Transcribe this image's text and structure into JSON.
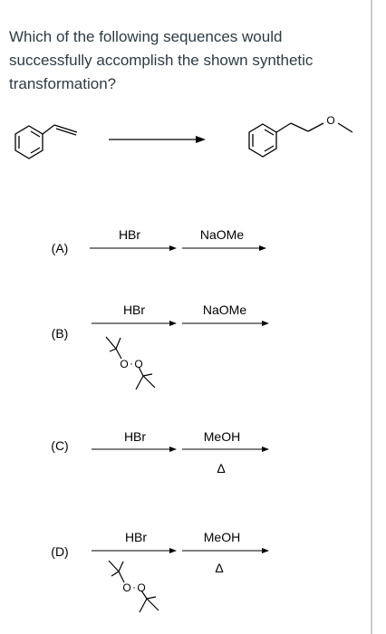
{
  "question": {
    "text": "Which of the following sequences would successfully accomplish the shown synthetic transformation?"
  },
  "options": [
    {
      "label": "(A)",
      "reagent1": "HBr",
      "reagent2": "NaOMe",
      "condition2": "",
      "peroxide": false
    },
    {
      "label": "(B)",
      "reagent1": "HBr",
      "reagent2": "NaOMe",
      "condition2": "",
      "peroxide": true
    },
    {
      "label": "(C)",
      "reagent1": "HBr",
      "reagent2": "MeOH",
      "condition2": "Δ",
      "peroxide": false
    },
    {
      "label": "(D)",
      "reagent1": "HBr",
      "reagent2": "MeOH",
      "condition2": "Δ",
      "peroxide": true
    }
  ],
  "atoms": {
    "oxygen": "O",
    "peroxide_o1": "O",
    "peroxide_o2": "O",
    "peroxide_dot": "·"
  },
  "colors": {
    "text": "#2d3b45",
    "structure": "#000000",
    "border": "#c7cdd1"
  }
}
